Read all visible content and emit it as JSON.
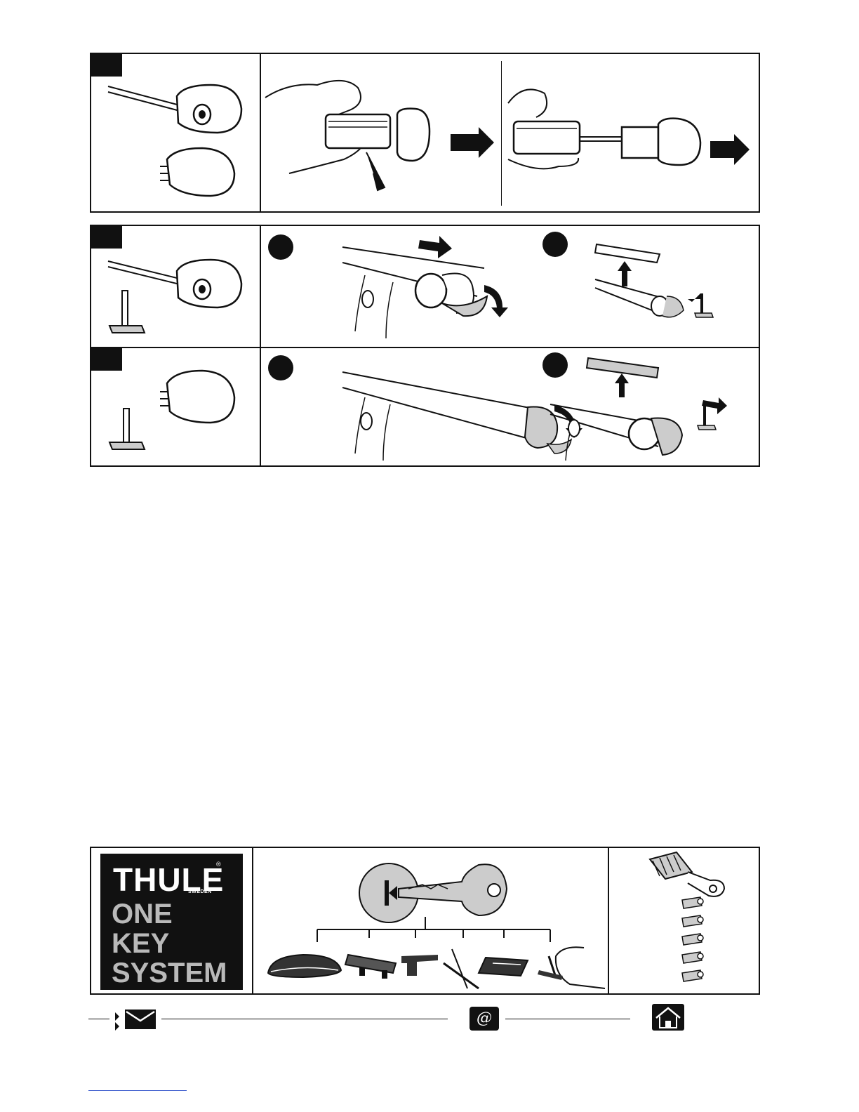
{
  "brand": {
    "logo": "THULE",
    "logo_country": "SWEDEN",
    "registered_mark": "®",
    "product_line": [
      "ONE",
      "KEY",
      "SYSTEM"
    ]
  },
  "icons": {
    "mail": "mail-icon",
    "web": "at-icon",
    "home": "home-icon",
    "at_glyph": "@"
  },
  "colors": {
    "ink": "#111111",
    "logo_grey": "#b9b9b9",
    "link_blue": "#3355cc"
  }
}
